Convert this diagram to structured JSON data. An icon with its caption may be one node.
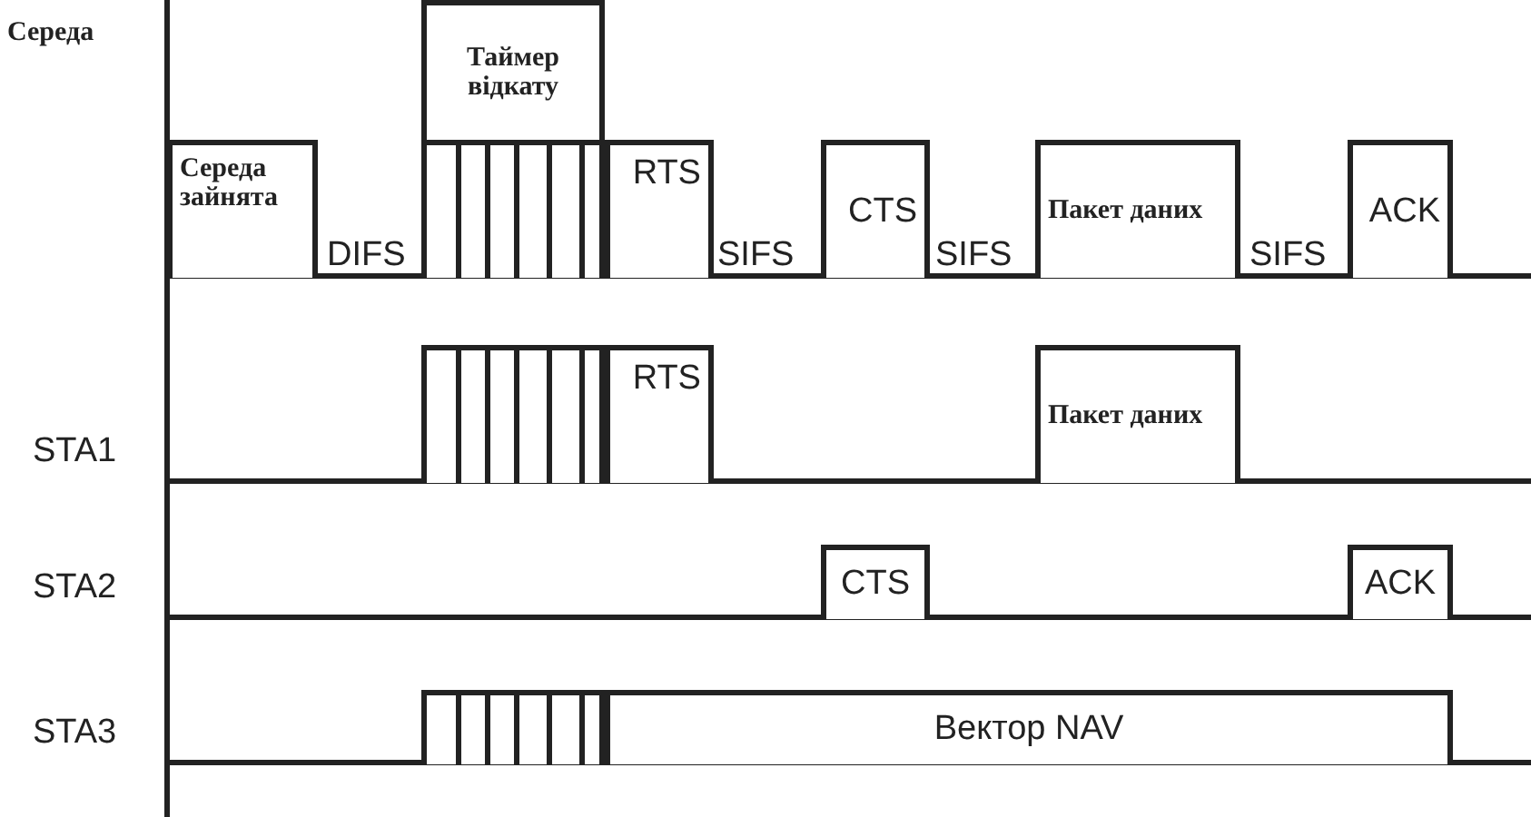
{
  "diagram": {
    "nodes": [
      {
        "text": [
          "Таймер відкату"
        ]
      },
      {
        "text": [
          "Середа зайнята"
        ]
      },
      {
        "text": [],
        "shape": "box"
      },
      {
        "text": [
          "RTS"
        ]
      },
      {
        "text": [
          "CTS"
        ]
      },
      {
        "text": [
          "Пакет даних"
        ]
      },
      {
        "text": [
          "ACK"
        ]
      },
      {
        "text": [],
        "shape": "box"
      },
      {
        "text": [
          "RTS"
        ]
      },
      {
        "text": [
          "Пакет даних"
        ]
      },
      {
        "text": [
          "CTS"
        ]
      },
      {
        "text": [
          "ACK"
        ]
      },
      {
        "text": [],
        "shape": "box"
      },
      {
        "text": [
          "Вектор NAV"
        ]
      }
    ],
    "labels": [
      "Середа",
      "DIFS",
      "SIFS",
      "SIFS",
      "SIFS",
      "STA1",
      "STA2",
      "STA3"
    ]
  }
}
